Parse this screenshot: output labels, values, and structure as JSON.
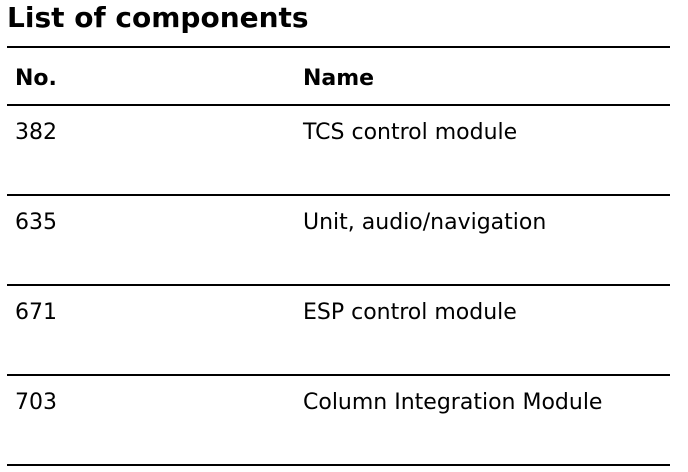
{
  "title": "List of components",
  "table": {
    "headers": {
      "no": "No.",
      "name": "Name"
    },
    "rows": [
      {
        "no": "382",
        "name": "TCS control module"
      },
      {
        "no": "635",
        "name": "Unit, audio/navigation"
      },
      {
        "no": "671",
        "name": "ESP control module"
      },
      {
        "no": "703",
        "name": "Column Integration Module"
      }
    ]
  }
}
